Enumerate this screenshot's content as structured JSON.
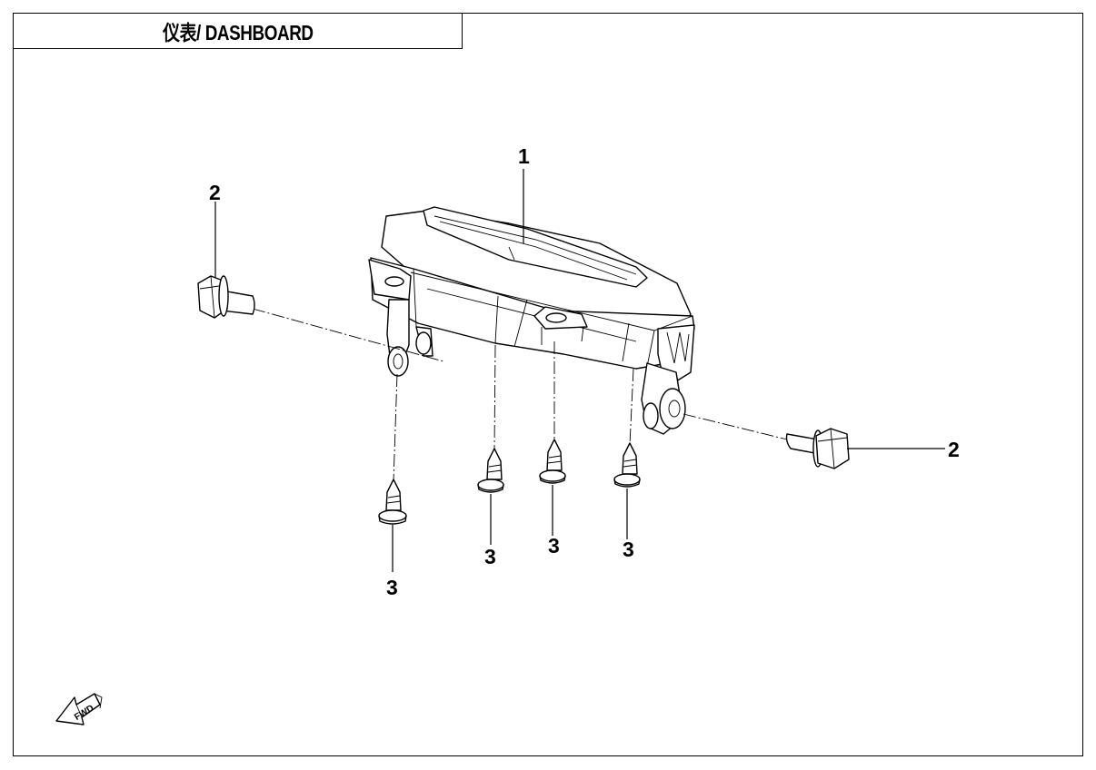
{
  "title": "仪表/ DASHBOARD",
  "callouts": {
    "dashboard": "1",
    "bolt_left": "2",
    "bolt_right": "2",
    "screw_1": "3",
    "screw_2": "3",
    "screw_3": "3",
    "screw_4": "3"
  },
  "fwd_mark": "FWD"
}
